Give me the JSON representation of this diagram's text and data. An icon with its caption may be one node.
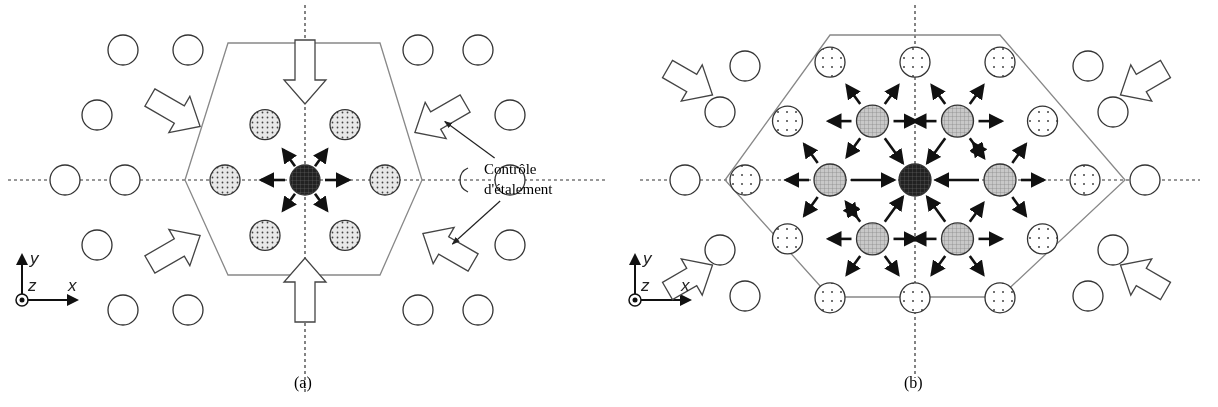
{
  "diagram": {
    "nodes": [
      {
        "text": [
          "Contrôle d'étalement"
        ]
      },
      {
        "text": [],
        "shape": "arrow"
      },
      {
        "text": [],
        "shape": "arrow"
      },
      {
        "text": [],
        "shape": "arrow"
      },
      {
        "text": [],
        "shape": "arrow"
      },
      {
        "text": [],
        "shape": "arrow"
      },
      {
        "text": [],
        "shape": "arrow"
      },
      {
        "text": [],
        "shape": "arrow"
      },
      {
        "text": [],
        "shape": "arrow"
      },
      {
        "text": [],
        "shape": "arrow"
      },
      {
        "text": [],
        "shape": "arrow"
      }
    ],
    "edges": [
      {
        "from": 0,
        "to": 3,
        "arrow": "to"
      },
      {
        "from": 0,
        "to": 5,
        "arrow": "to"
      }
    ],
    "labels": [
      "y",
      "z",
      "x",
      "y",
      "z",
      "x",
      "(a)",
      "(b)"
    ]
  }
}
